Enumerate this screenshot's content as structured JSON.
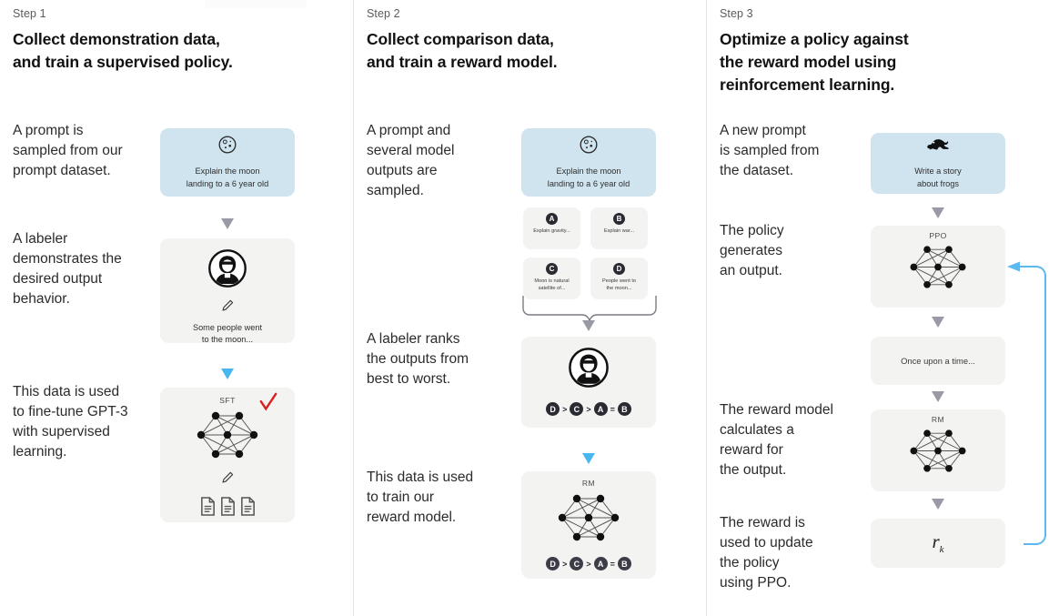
{
  "theme": {
    "prompt_card_bg": "#cfe4ef",
    "gray_card_bg": "#f3f3f2",
    "gray_arrow": "#9a9aa6",
    "blue_arrow": "#49b6ef",
    "divider": "#e3e3e3",
    "text": "#2b2b2b"
  },
  "steps": [
    {
      "kicker": "Step 1",
      "title_line1": "Collect demonstration data,",
      "title_line2": "and train a supervised policy.",
      "captions": [
        "A prompt is\nsampled from our\nprompt dataset.",
        "A labeler\ndemonstrates the\ndesired output\nbehavior.",
        "This data is used\nto fine-tune GPT-3\nwith supervised\nlearning."
      ],
      "prompt_card": {
        "icon": "moon-icon",
        "line1": "Explain the moon",
        "line2": "landing to a 6 year old"
      },
      "labeler_card": {
        "icon": "labeler-avatar-icon",
        "pencil": "pencil-icon",
        "line1": "Some people went",
        "line2": "to the moon..."
      },
      "sft_card": {
        "label": "SFT",
        "network": "neural-network-icon",
        "pencil": "pencil-icon",
        "docs": "documents-icon",
        "check": "red-check-icon"
      },
      "arrows": [
        "gray",
        "blue"
      ]
    },
    {
      "kicker": "Step 2",
      "title_line1": "Collect comparison data,",
      "title_line2": "and train a reward model.",
      "captions": [
        "A prompt and\nseveral model\noutputs are\nsampled.",
        "A labeler ranks\nthe outputs from\nbest to worst.",
        "This data is used\nto train our\nreward model."
      ],
      "prompt_card": {
        "icon": "moon-icon",
        "line1": "Explain the moon",
        "line2": "landing to a 6 year old"
      },
      "options": [
        {
          "letter": "A",
          "text": "Explain gravity..."
        },
        {
          "letter": "B",
          "text": "Explain war..."
        },
        {
          "letter": "C",
          "text": "Moon is natural\nsatellite of..."
        },
        {
          "letter": "D",
          "text": "People went to\nthe moon..."
        }
      ],
      "ranking_card": {
        "icon": "labeler-avatar-icon",
        "ranking": [
          "D",
          ">",
          "C",
          ">",
          "A",
          "=",
          "B"
        ]
      },
      "rm_card": {
        "label": "RM",
        "network": "neural-network-icon",
        "ranking": [
          "D",
          ">",
          "C",
          ">",
          "A",
          "=",
          "B"
        ]
      },
      "arrows": [
        "gray",
        "blue"
      ]
    },
    {
      "kicker": "Step 3",
      "title_line1": "Optimize a policy against",
      "title_line2": "the reward model using",
      "title_line3": "reinforcement learning.",
      "captions": [
        "A new prompt\nis sampled from\nthe dataset.",
        "The policy\ngenerates\nan output.",
        "The reward model\ncalculates a\nreward for\nthe output.",
        "The reward is\nused to update\nthe policy\nusing PPO."
      ],
      "prompt_card": {
        "icon": "frog-icon",
        "line1": "Write a story",
        "line2": "about frogs"
      },
      "ppo_card": {
        "label": "PPO",
        "network": "neural-network-icon"
      },
      "output_card": {
        "text": "Once upon a time..."
      },
      "rm_card": {
        "label": "RM",
        "network": "neural-network-icon"
      },
      "reward_card": {
        "symbol": "r",
        "subscript": "k"
      },
      "feedback_loop": "feedback-arrow-to-ppo"
    }
  ]
}
